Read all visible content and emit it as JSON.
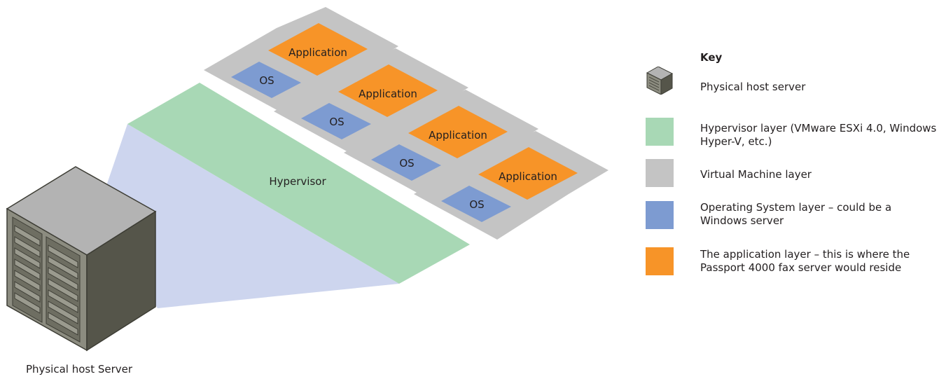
{
  "diagram": {
    "hypervisor_label": "Hypervisor",
    "server_caption": "Physical host Server",
    "vm_stack": [
      {
        "app_label": "Application",
        "os_label": "OS"
      },
      {
        "app_label": "Application",
        "os_label": "OS"
      },
      {
        "app_label": "Application",
        "os_label": "OS"
      },
      {
        "app_label": "Application",
        "os_label": "OS"
      }
    ]
  },
  "key": {
    "title": "Key",
    "items": [
      {
        "icon": "server-icon",
        "lines": [
          "Physical host server"
        ]
      },
      {
        "color": "#a8d8b5",
        "lines": [
          "Hypervisor layer (VMware ESXi 4.0, Windows",
          "Hyper-V, etc.)"
        ]
      },
      {
        "color": "#c4c4c4",
        "lines": [
          "Virtual Machine layer"
        ]
      },
      {
        "color": "#7d9bd1",
        "lines": [
          "Operating System layer – could be a",
          "Windows server"
        ]
      },
      {
        "color": "#f79428",
        "lines": [
          "The application layer – this is where the",
          "Passport 4000 fax server would reside"
        ]
      }
    ]
  }
}
